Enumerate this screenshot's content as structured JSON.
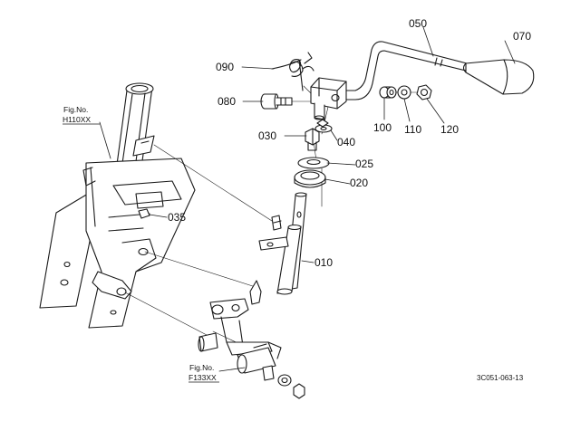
{
  "parts": [
    {
      "no": "010"
    },
    {
      "no": "020"
    },
    {
      "no": "025"
    },
    {
      "no": "030"
    },
    {
      "no": "035"
    },
    {
      "no": "040"
    },
    {
      "no": "050"
    },
    {
      "no": "070"
    },
    {
      "no": "080"
    },
    {
      "no": "090"
    },
    {
      "no": "100"
    },
    {
      "no": "110"
    },
    {
      "no": "120"
    }
  ],
  "references": {
    "upper": {
      "line1": "Fig.No.",
      "line2": "H110XX"
    },
    "lower": {
      "line1": "Fig.No.",
      "line2": "F133XX"
    }
  },
  "diagram_code": "3C051-063-13"
}
